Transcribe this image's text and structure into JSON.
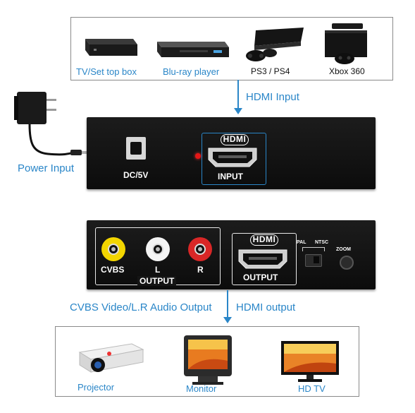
{
  "sources": {
    "items": [
      {
        "label": "TV/Set top box",
        "icon": "set-top-box-icon"
      },
      {
        "label": "Blu-ray player",
        "icon": "bluray-player-icon"
      },
      {
        "label": "PS3 / PS4",
        "icon": "playstation-console-icon"
      },
      {
        "label": "Xbox 360",
        "icon": "xbox-console-icon"
      }
    ]
  },
  "connections": {
    "hdmi_input": "HDMI Input",
    "power_input": "Power Input",
    "cvbs_audio_output": "CVBS Video/L.R Audio Output",
    "hdmi_output": "HDMI output"
  },
  "front_panel": {
    "dc_label": "DC/5V",
    "hdmi_logo": "HDMI",
    "input_label": "INPUT"
  },
  "back_panel": {
    "cvbs": "CVBS",
    "left": "L",
    "right": "R",
    "output_label": "OUTPUT",
    "hdmi_logo": "HDMI",
    "hdmi_output_label": "OUTPUT",
    "pal": "PAL",
    "ntsc": "NTSC",
    "zoom": "ZOOM"
  },
  "displays": {
    "items": [
      {
        "label": "Projector",
        "icon": "projector-icon"
      },
      {
        "label": "Monitor",
        "icon": "crt-monitor-icon"
      },
      {
        "label": "HD TV",
        "icon": "hd-tv-icon"
      }
    ]
  },
  "colors": {
    "accent_blue": "#2a86c8",
    "rca_yellow": "#f2d500",
    "rca_white": "#f4f4f4",
    "rca_red": "#d92727",
    "led_red": "#e51616"
  }
}
